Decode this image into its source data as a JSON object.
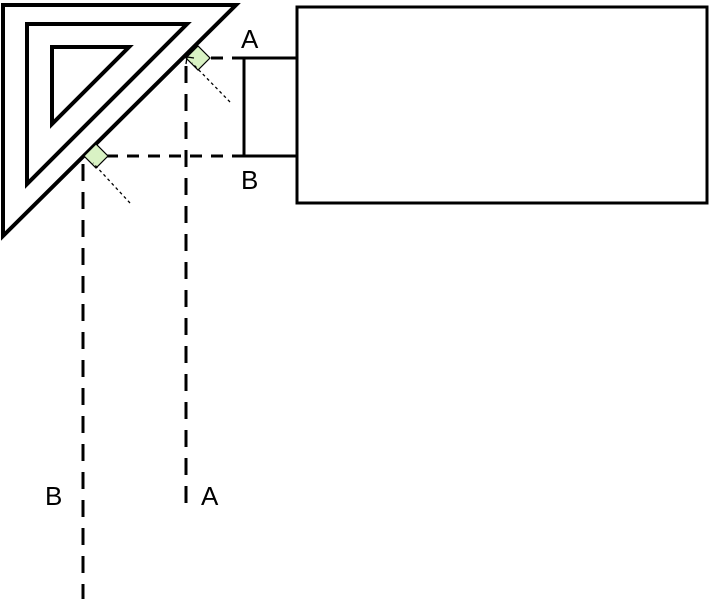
{
  "labels": {
    "top_a": "A",
    "top_b": "B",
    "bottom_b": "B",
    "bottom_a": "A"
  },
  "colors": {
    "stroke": "#000000",
    "marker_fill": "#d9f2c4",
    "background": "#ffffff"
  }
}
